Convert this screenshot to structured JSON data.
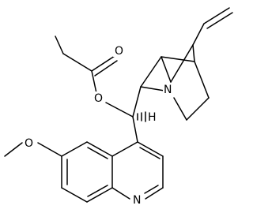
{
  "molecule": {
    "atoms": {
      "ester_o": "O",
      "carbonyl_o": "O",
      "methoxy_o": "O",
      "bridge_n": "N",
      "ring_n": "N",
      "stereo_h": "H"
    }
  },
  "colors": {
    "bond": "#000000",
    "label": "#000000",
    "background": "#ffffff"
  }
}
